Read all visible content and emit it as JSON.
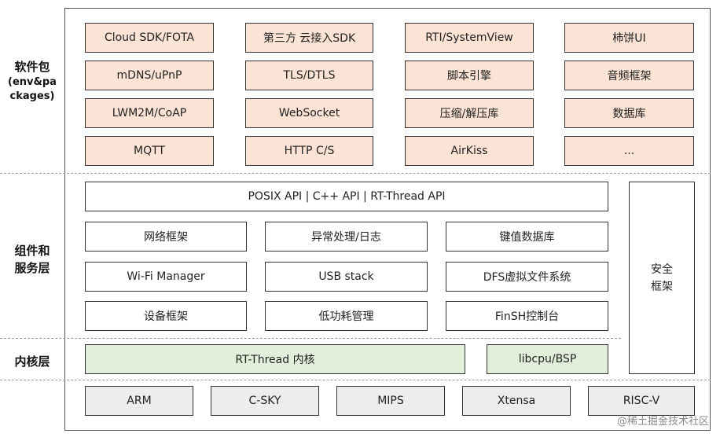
{
  "side_labels": {
    "packages_title": "软件包",
    "packages_sub_1": "(env&pa",
    "packages_sub_2": "ckages)",
    "components_line_1": "组件和",
    "components_line_2": "服务层",
    "kernel": "内核层"
  },
  "packages": [
    "Cloud SDK/FOTA",
    "第三方 云接入SDK",
    "RTI/SystemView",
    "柿饼UI",
    "mDNS/uPnP",
    "TLS/DTLS",
    "脚本引擎",
    "音频框架",
    "LWM2M/CoAP",
    "WebSocket",
    "压缩/解压库",
    "数据库",
    "MQTT",
    "HTTP C/S",
    "AirKiss",
    "..."
  ],
  "components": {
    "api_bar": "POSIX API  |  C++ API  |  RT-Thread API",
    "items": [
      "网络框架",
      "异常处理/日志",
      "键值数据库",
      "Wi-Fi Manager",
      "USB stack",
      "DFS虚拟文件系统",
      "设备框架",
      "低功耗管理",
      "FinSH控制台"
    ],
    "security_line_1": "安全",
    "security_line_2": "框架"
  },
  "kernel": {
    "core": "RT-Thread  内核",
    "bsp": "libcpu/BSP"
  },
  "architectures": [
    "ARM",
    "C-SKY",
    "MIPS",
    "Xtensa",
    "RISC-V"
  ],
  "watermark": "@稀土掘金技术社区"
}
